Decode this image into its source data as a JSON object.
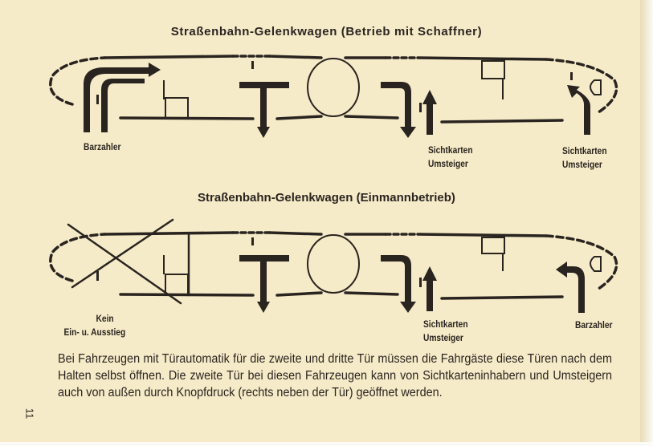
{
  "diagram1": {
    "title": "Straßenbahn-Gelenkwagen (Betrieb mit Schaffner)",
    "label_left": "Barzahler",
    "label_mid": [
      "Sichtkarten",
      "Umsteiger"
    ],
    "label_right": [
      "Sichtkarten",
      "Umsteiger"
    ]
  },
  "diagram2": {
    "title": "Straßenbahn-Gelenkwagen (Einmannbetrieb)",
    "label_left": [
      "Kein",
      "Ein- u. Ausstieg"
    ],
    "label_mid": [
      "Sichtkarten",
      "Umsteiger"
    ],
    "label_right": "Barzahler"
  },
  "body_text": "Bei Fahrzeugen mit Türautomatik für die zweite und dritte Tür müssen die Fahrgäste diese Türen nach dem Halten selbst öffnen. Die zweite Tür bei diesen Fahrzeugen kann von Sichtkarteninhabern und Umsteigern auch von außen durch Knopfdruck (rechts neben der Tür) geöffnet werden.",
  "page_number": "11",
  "colors": {
    "paper": "#f6ebc8",
    "ink": "#2a2420"
  }
}
